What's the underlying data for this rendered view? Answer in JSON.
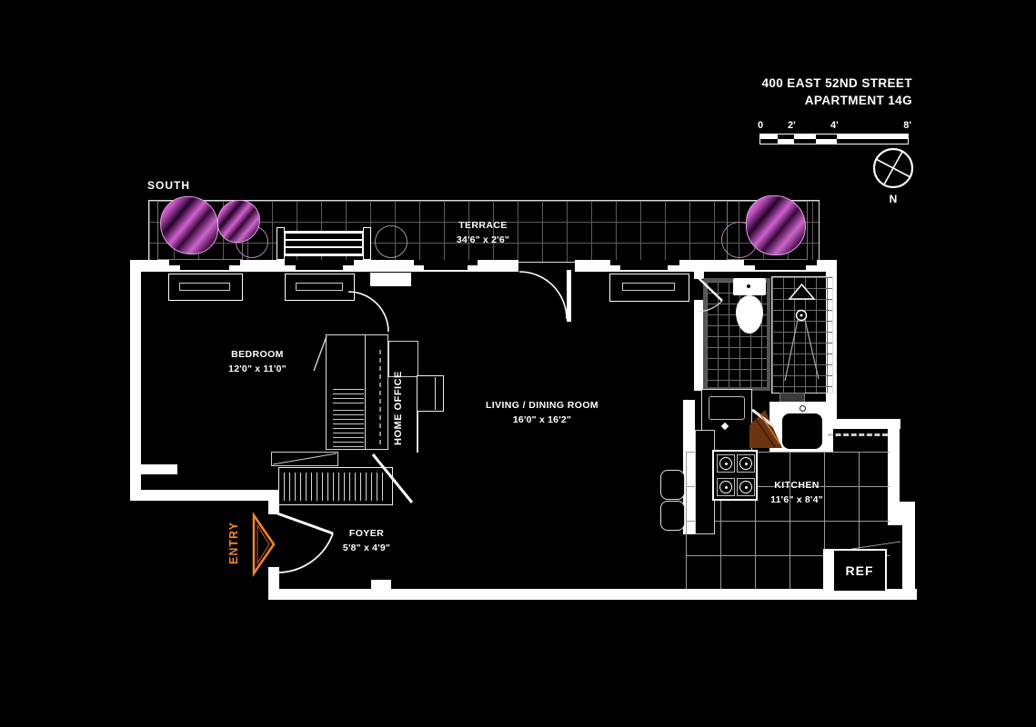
{
  "header": {
    "address": "400 EAST 52ND STREET",
    "unit": "APARTMENT 14G"
  },
  "scale_bar": {
    "ticks": [
      "0",
      "2'",
      "4'",
      "8'"
    ]
  },
  "compass": {
    "north": "N"
  },
  "plan": {
    "orientation_label": "SOUTH",
    "entry_label": "ENTRY",
    "rooms": {
      "terrace": {
        "name": "TERRACE",
        "dims": "34'6\" x 2'6\""
      },
      "bedroom": {
        "name": "BEDROOM",
        "dims": "12'0\" x 11'0\""
      },
      "home_office": {
        "name": "HOME OFFICE"
      },
      "living_dining": {
        "name": "LIVING / DINING ROOM",
        "dims": "16'0\" x 16'2\""
      },
      "foyer": {
        "name": "FOYER",
        "dims": "5'8\" x 4'9\""
      },
      "kitchen": {
        "name": "KITCHEN",
        "dims": "11'6\" x 8'4\""
      },
      "refrigerator": {
        "label": "REF"
      }
    }
  },
  "colors": {
    "background": "#000000",
    "walls": "#ffffff",
    "tile_grid": "#5c5c5c",
    "kitchen_grid": "#9a9a9a",
    "plant": "#c050c0",
    "entry_accent": "#f5861f",
    "wood_door": "#6e3410"
  }
}
